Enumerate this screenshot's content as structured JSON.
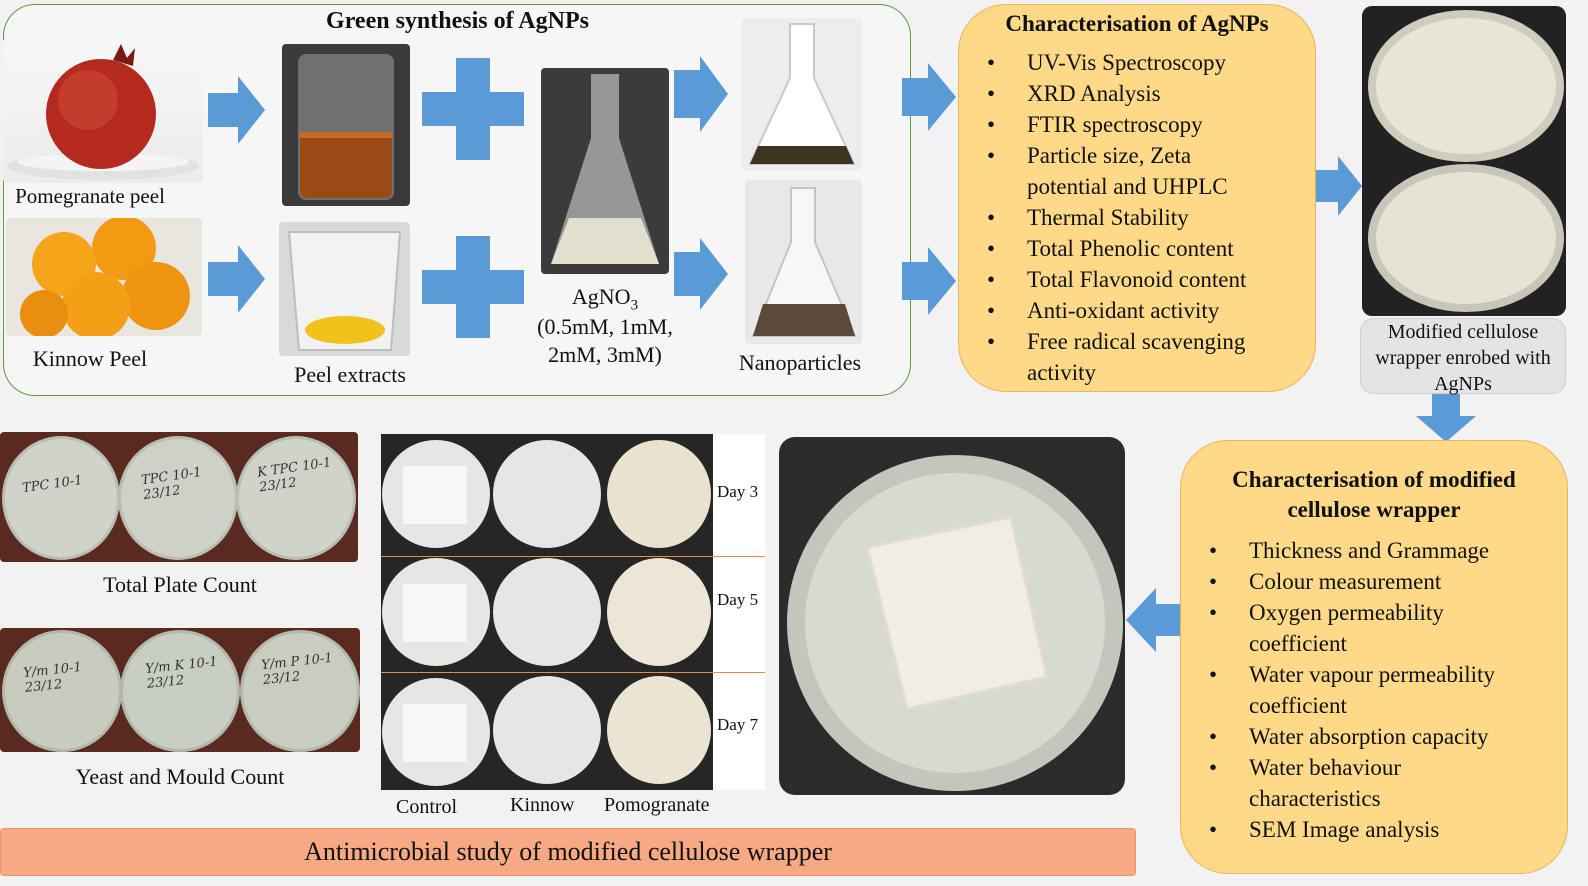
{
  "synthesis": {
    "title": "Green synthesis of AgNPs",
    "pomegranate_label": "Pomegranate peel",
    "kinnow_label": "Kinnow Peel",
    "extracts_label": "Peel extracts",
    "agno3_label_main": "AgNO",
    "agno3_subscript": "3",
    "agno3_concentrations_line1": "(0.5mM, 1mM,",
    "agno3_concentrations_line2": "2mM, 3mM)",
    "nanoparticles_label": "Nanoparticles"
  },
  "characterisation_agnps": {
    "title": "Characterisation of AgNPs",
    "items": [
      "UV-Vis Spectroscopy",
      "XRD Analysis",
      "FTIR spectroscopy",
      "Particle size, Zeta potential and UHPLC",
      "Thermal Stability",
      "Total Phenolic content",
      "Total Flavonoid content",
      "Anti-oxidant activity",
      "Free radical scavenging activity"
    ]
  },
  "wrapper": {
    "caption": "Modified cellulose wrapper enrobed with AgNPs"
  },
  "characterisation_wrapper": {
    "title_line1": "Characterisation of modified",
    "title_line2": "cellulose wrapper",
    "items": [
      "Thickness and Grammage",
      "Colour measurement",
      "Oxygen permeability coefficient",
      "Water vapour permeability coefficient",
      "Water absorption capacity",
      "Water behaviour characteristics",
      "SEM Image analysis"
    ]
  },
  "antimicrobial": {
    "tpc_label": "Total Plate Count",
    "ymc_label": "Yeast and Mould Count",
    "tpc_dish_marks": [
      "TPC 10-1",
      "TPC 10-1 23/12",
      "K TPC 10-1 23/12"
    ],
    "ymc_dish_marks": [
      "Y/m 10-1 23/12",
      "Y/m K 10-1 23/12",
      "Y/m P 10-1 23/12"
    ],
    "days": [
      "Day 3",
      "Day 5",
      "Day 7"
    ],
    "columns": [
      "Control",
      "Kinnow",
      "Pomogranate"
    ],
    "banner": "Antimicrobial study of modified cellulose wrapper"
  },
  "colors": {
    "arrow_blue": "#5b9bd5",
    "green_border": "#5f9b3a",
    "char_box_fill": "#fdd988",
    "banner_fill": "#f6a982"
  }
}
